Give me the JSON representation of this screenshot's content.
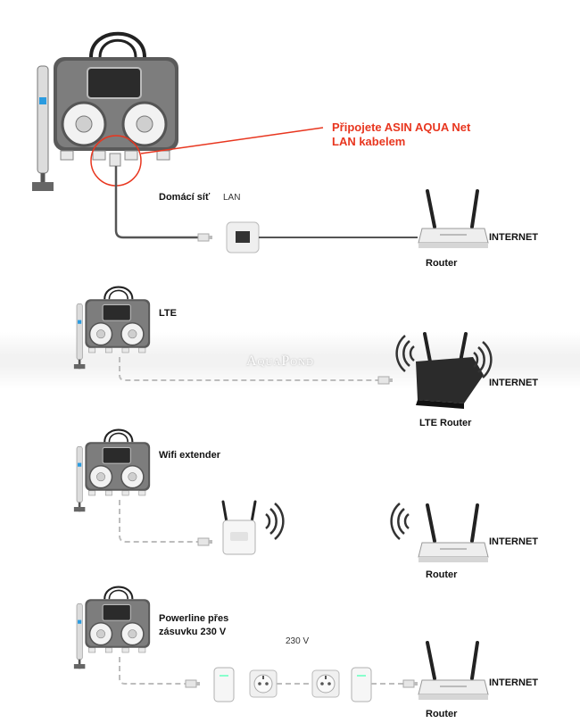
{
  "callout": {
    "line1": "Připojete ASIN AQUA Net",
    "line2": "LAN kabelem"
  },
  "sections": {
    "lan": {
      "title": "Domácí síť",
      "medium": "LAN",
      "router": "Router",
      "internet": "INTERNET"
    },
    "lte": {
      "title": "LTE",
      "router": "LTE Router",
      "internet": "INTERNET"
    },
    "wifi": {
      "title": "Wifi extender",
      "router": "Router",
      "internet": "INTERNET"
    },
    "powerline": {
      "title_line1": "Powerline přes",
      "title_line2": "zásuvku 230 V",
      "voltage": "230 V",
      "router": "Router",
      "internet": "INTERNET"
    }
  },
  "watermark": "AquaPond",
  "colors": {
    "accent": "#e8361f",
    "cable": "#555555",
    "wireless": "#b5b5b5",
    "device_dark": "#3a3a3a"
  }
}
